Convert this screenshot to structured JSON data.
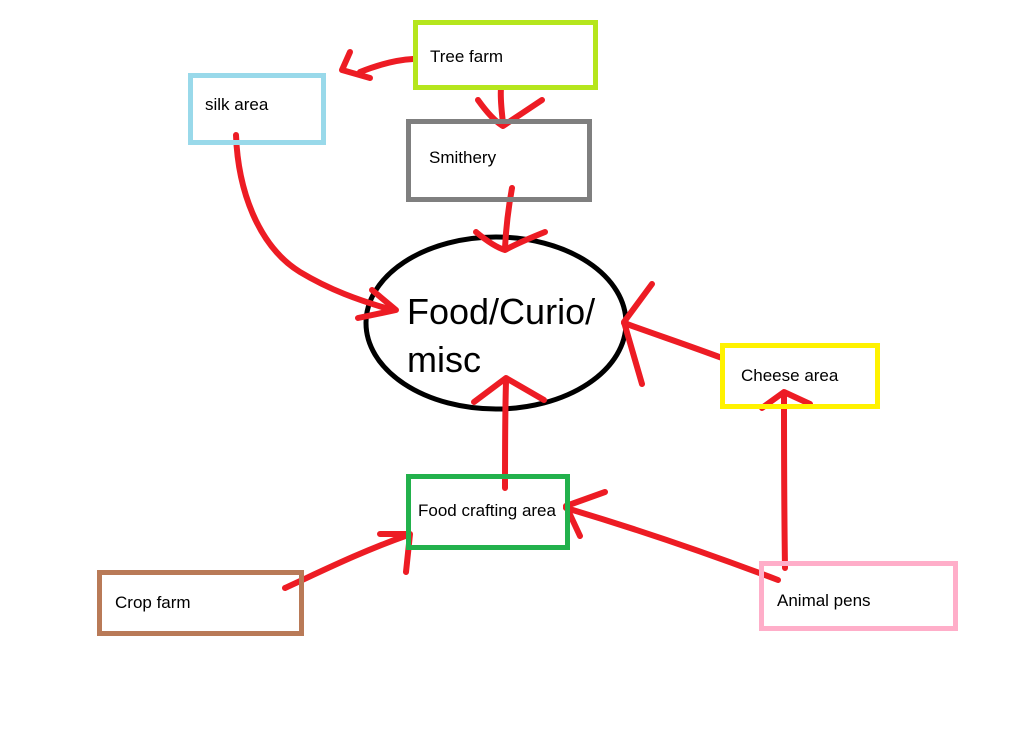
{
  "diagram": {
    "center": {
      "line1": "Food/Curio/",
      "line2": "misc"
    },
    "nodes": {
      "tree_farm": {
        "label": "Tree farm",
        "border_color": "#b5e61d"
      },
      "silk_area": {
        "label": "silk area",
        "border_color": "#99d9ea"
      },
      "smithery": {
        "label": "Smithery",
        "border_color": "#7f7f7f"
      },
      "cheese_area": {
        "label": "Cheese area",
        "border_color": "#fff200"
      },
      "food_crafting_area": {
        "label": "Food crafting area",
        "border_color": "#22b14c"
      },
      "crop_farm": {
        "label": "Crop farm",
        "border_color": "#b97a57"
      },
      "animal_pens": {
        "label": "Animal pens",
        "border_color": "#ffaec9"
      }
    },
    "colors": {
      "arrow": "#ed1c24",
      "ellipse": "#000000"
    }
  }
}
